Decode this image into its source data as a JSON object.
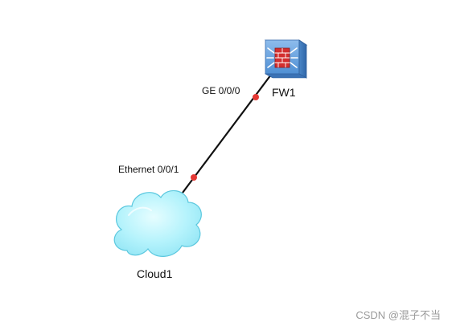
{
  "nodes": {
    "firewall": {
      "label": "FW1",
      "icon": "firewall-icon"
    },
    "cloud": {
      "label": "Cloud1",
      "icon": "cloud-icon"
    }
  },
  "link": {
    "firewall_port": "GE 0/0/0",
    "cloud_port": "Ethernet 0/0/1"
  },
  "colors": {
    "link": "#111111",
    "port_dot": "#e53935",
    "firewall_body": "#6aa5df",
    "firewall_brick": "#d32f2f",
    "cloud_fill": "#aef1fb",
    "cloud_stroke": "#5cc8df"
  },
  "watermark": "CSDN @混子不当"
}
